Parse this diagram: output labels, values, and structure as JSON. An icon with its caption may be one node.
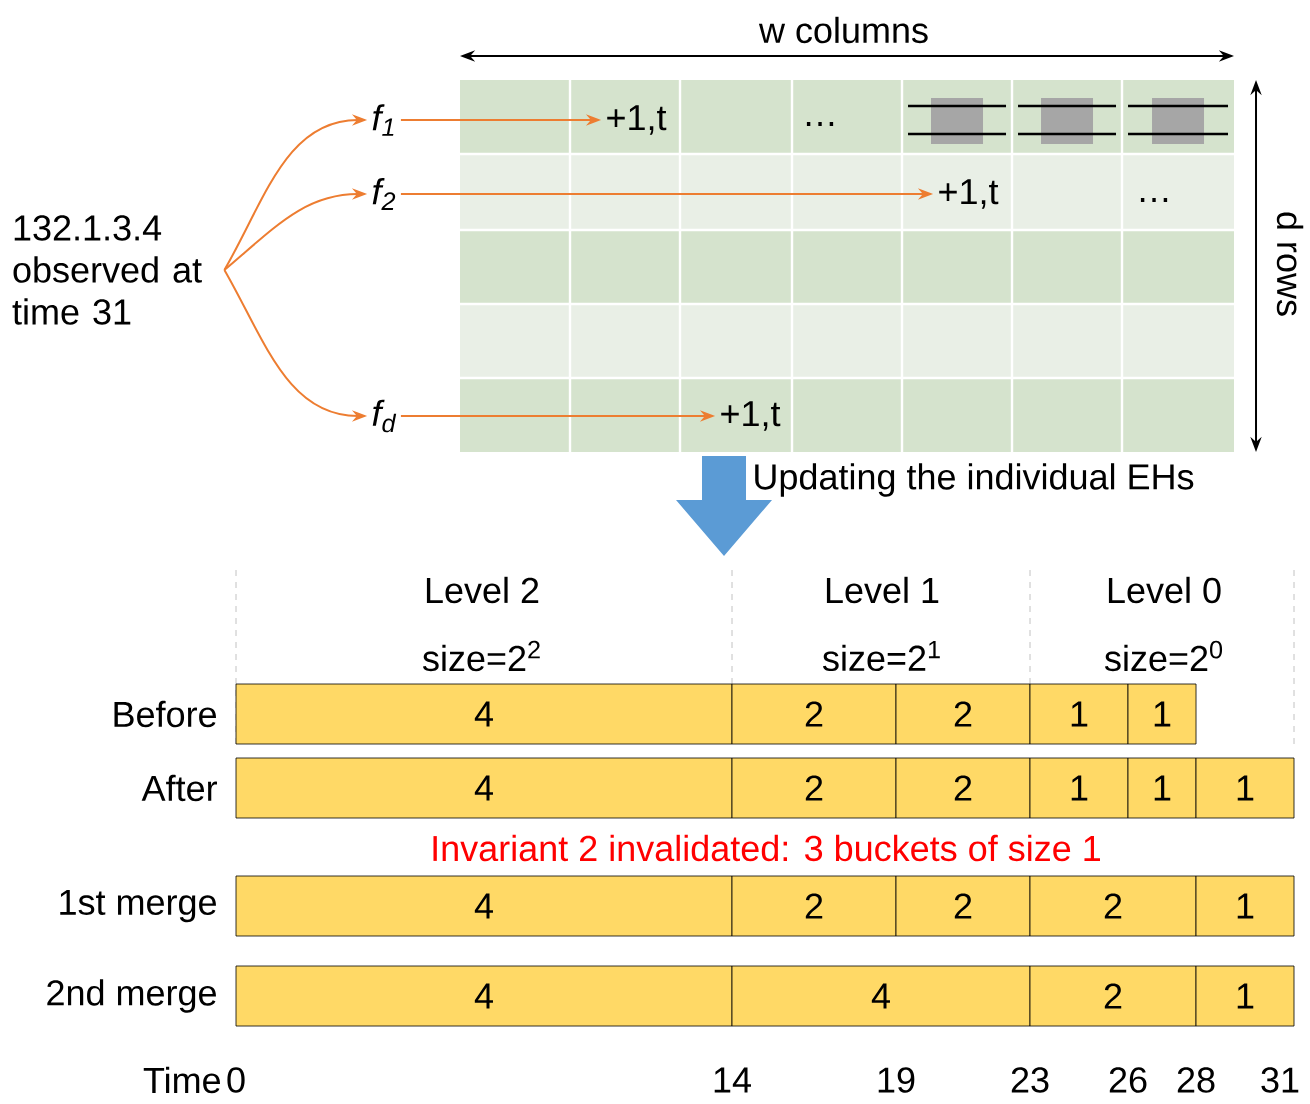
{
  "diagram": {
    "nodes": [
      {
        "text": [
          "132.1.3.4 observed at time 31"
        ]
      },
      {
        "text": [
          "f$_{1}$"
        ]
      },
      {
        "text": [
          "f$_{2}$"
        ]
      },
      {
        "text": [
          "f$_{d}$"
        ]
      },
      {
        "text": [
          "+1,t"
        ]
      },
      {
        "text": [
          "+1,t"
        ]
      },
      {
        "text": [
          "+1,t"
        ]
      },
      {
        "text": [
          "4"
        ]
      },
      {
        "text": [
          "2"
        ]
      },
      {
        "text": [
          "2"
        ]
      },
      {
        "text": [
          "1"
        ]
      },
      {
        "text": [
          "1"
        ]
      },
      {
        "text": [
          "4"
        ]
      },
      {
        "text": [
          "2"
        ]
      },
      {
        "text": [
          "2"
        ]
      },
      {
        "text": [
          "1"
        ]
      },
      {
        "text": [
          "1"
        ]
      },
      {
        "text": [
          "1"
        ]
      },
      {
        "text": [
          "4"
        ]
      },
      {
        "text": [
          "2"
        ]
      },
      {
        "text": [
          "2"
        ]
      },
      {
        "text": [
          "2"
        ]
      },
      {
        "text": [
          "1"
        ]
      },
      {
        "text": [
          "4"
        ]
      },
      {
        "text": [
          "4"
        ]
      },
      {
        "text": [
          "2"
        ]
      },
      {
        "text": [
          "1"
        ]
      }
    ],
    "edges": [
      {
        "from": 0,
        "to": 1,
        "arrow": "to"
      },
      {
        "from": 0,
        "to": 2,
        "arrow": "to"
      },
      {
        "from": 0,
        "to": 3,
        "arrow": "to"
      },
      {
        "from": 1,
        "to": 4,
        "arrow": "to"
      },
      {
        "from": 2,
        "to": 5,
        "arrow": "to"
      },
      {
        "from": 3,
        "to": 6,
        "arrow": "to"
      }
    ],
    "labels": [
      "w columns",
      "…",
      "…",
      "d rows",
      "Updating the individual EHs",
      "Level 2",
      "Level 1",
      "Level 0",
      "size=2$^{2}$",
      "size=2$^{1}$",
      "size=2$^{0}$",
      "Before",
      "After",
      "Invariant 2 invalidated: 3 buckets of size 1",
      "1st merge",
      "2nd merge",
      "Time",
      "0",
      "14",
      "19",
      "23",
      "26",
      "28",
      "31"
    ]
  }
}
